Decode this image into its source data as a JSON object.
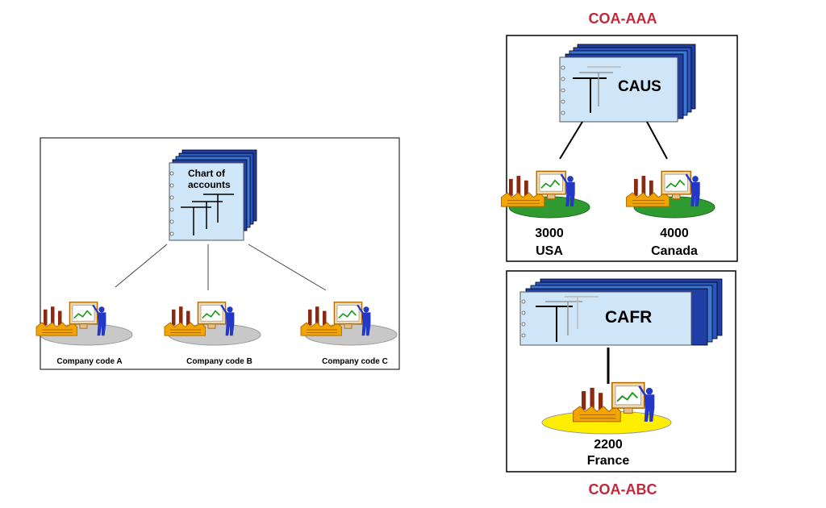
{
  "colors": {
    "coa_label": "#c0283c",
    "sheet_face": "#cfe6f8",
    "sheet_back": "#1f3ea6",
    "sheet_back_light": "#3c78d8",
    "frame": "#000000",
    "ground_gray": "#c8c8c8",
    "ground_green": "#2f9a2f",
    "ground_yellow": "#ffee00",
    "factory": "#f2a400",
    "chimney": "#8b2a10",
    "person": "#2438c8",
    "monitor": "#f3d9a8"
  },
  "left_diagram": {
    "chart_label_line1": "Chart of",
    "chart_label_line2": "accounts",
    "company_codes": [
      {
        "label": "Company code A"
      },
      {
        "label": "Company code B"
      },
      {
        "label": "Company code C"
      }
    ]
  },
  "top_right": {
    "coa_label": "COA-AAA",
    "chart_name": "CAUS",
    "companies": [
      {
        "code": "3000",
        "country": "USA"
      },
      {
        "code": "4000",
        "country": "Canada"
      }
    ]
  },
  "bottom_right": {
    "coa_label": "COA-ABC",
    "chart_name": "CAFR",
    "companies": [
      {
        "code": "2200",
        "country": "France"
      }
    ]
  }
}
